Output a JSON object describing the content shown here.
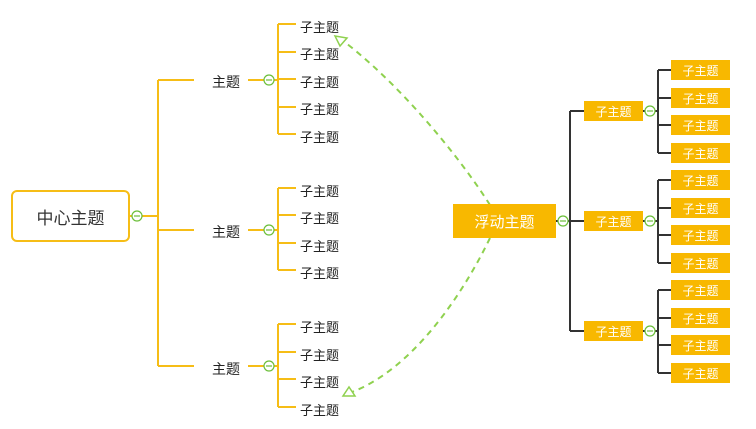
{
  "central_topic": "中心主题",
  "branches": [
    {
      "label": "主题",
      "subtopics": [
        "子主题",
        "子主题",
        "子主题",
        "子主题",
        "子主题"
      ]
    },
    {
      "label": "主题",
      "subtopics": [
        "子主题",
        "子主题",
        "子主题",
        "子主题"
      ]
    },
    {
      "label": "主题",
      "subtopics": [
        "子主题",
        "子主题",
        "子主题",
        "子主题"
      ]
    }
  ],
  "floating_topic": {
    "label": "浮动主题",
    "children": [
      {
        "label": "子主题",
        "subtopics": [
          "子主题",
          "子主题",
          "子主题",
          "子主题"
        ]
      },
      {
        "label": "子主题",
        "subtopics": [
          "子主题",
          "子主题",
          "子主题",
          "子主题"
        ]
      },
      {
        "label": "子主题",
        "subtopics": [
          "子主题",
          "子主题",
          "子主题",
          "子主题"
        ]
      }
    ]
  },
  "colors": {
    "branch_line": "#f6bd16",
    "float_line": "#333333",
    "float_fill": "#f8b800",
    "collapse_marker": "#6cbf3a",
    "relationship": "#8fd14f"
  }
}
